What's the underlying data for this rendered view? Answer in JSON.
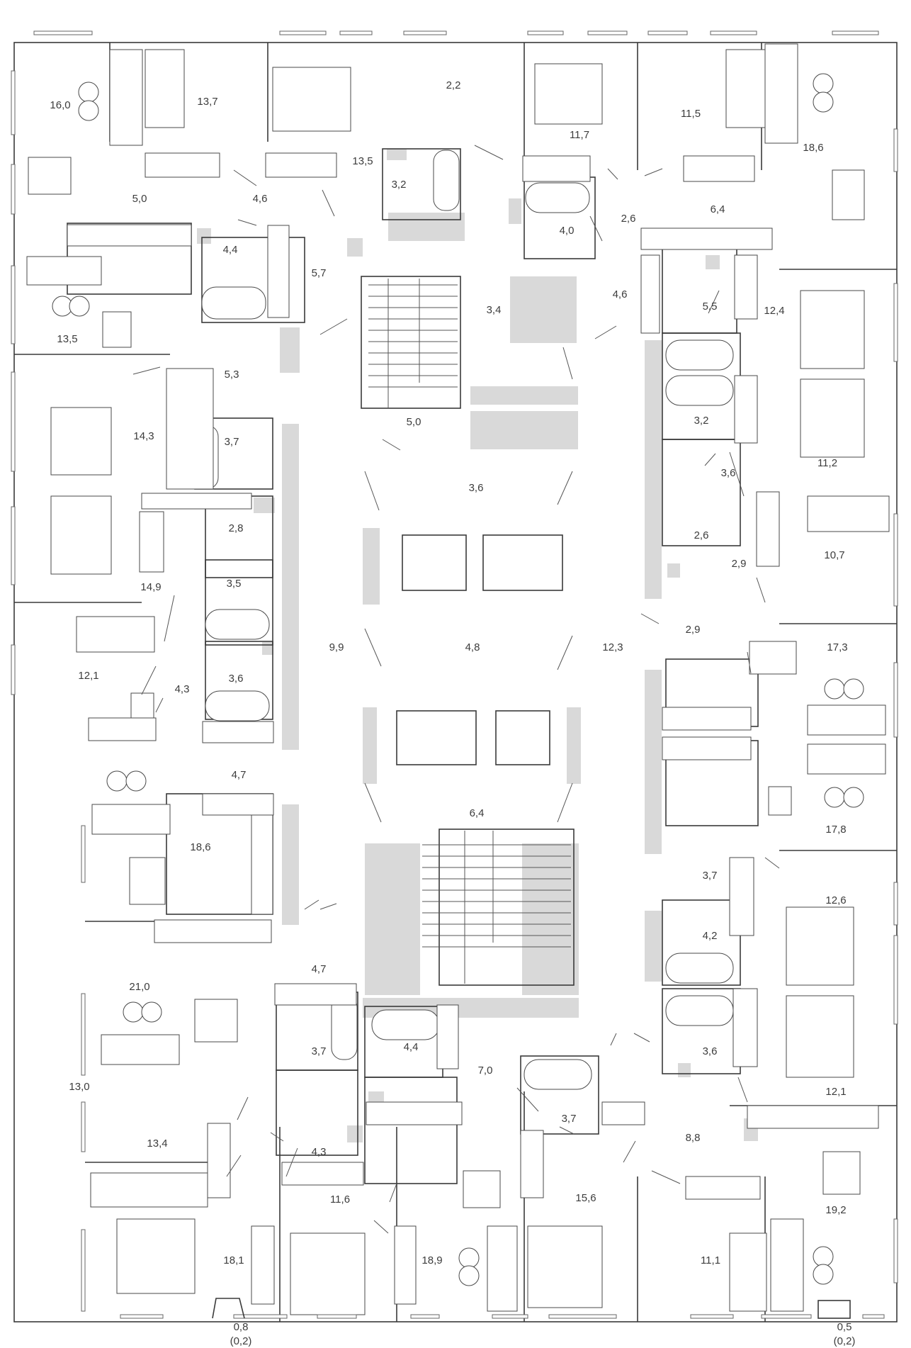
{
  "labels": [
    "16,0",
    "13,7",
    "2,2",
    "11,7",
    "11,5",
    "18,6",
    "13,5",
    "3,2",
    "5,0",
    "4,6",
    "2,6",
    "6,4",
    "4,4",
    "5,7",
    "4,0",
    "3,4",
    "4,6",
    "5,5",
    "12,4",
    "13,5",
    "5,3",
    "3,7",
    "5,0",
    "14,3",
    "3,2",
    "11,2",
    "3,6",
    "2,8",
    "3,6",
    "2,6",
    "10,7",
    "2,9",
    "14,9",
    "3,5",
    "12,1",
    "9,9",
    "4,8",
    "12,3",
    "2,9",
    "4,3",
    "3,6",
    "17,3",
    "4,7",
    "6,4",
    "18,6",
    "17,8",
    "3,7",
    "12,6",
    "4,2",
    "4,7",
    "21,0",
    "3,7",
    "4,4",
    "7,0",
    "3,6",
    "12,1",
    "13,0",
    "13,4",
    "3,7",
    "8,8",
    "4,3",
    "11,6",
    "15,6",
    "19,2",
    "18,1",
    "18,9",
    "11,1",
    "0,8",
    "(0,2)",
    "0,5",
    "(0,2)"
  ]
}
